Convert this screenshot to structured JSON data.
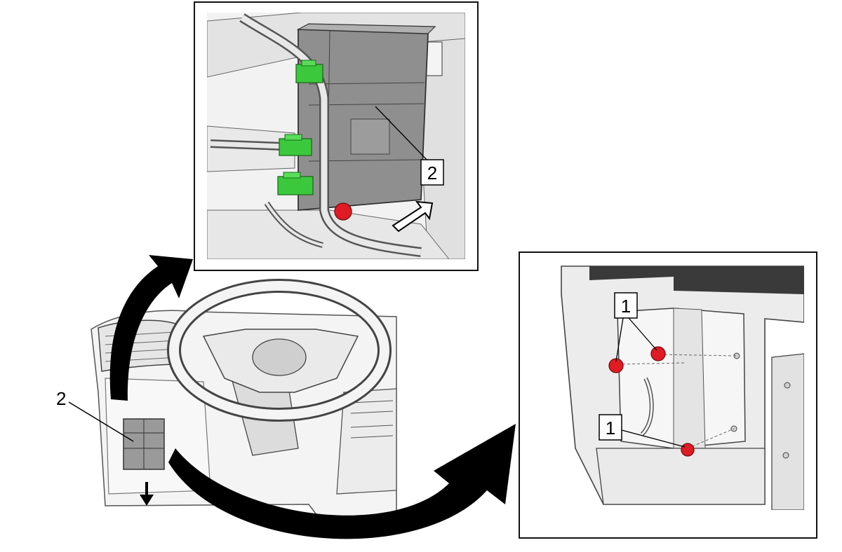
{
  "diagram": {
    "labels": {
      "overview_component": "2",
      "inset_top_callout": "2",
      "inset_right_callout_upper": "1",
      "inset_right_callout_lower": "1"
    },
    "colors": {
      "fastener_red": "#e01b24",
      "connector_green": "#3cc83c",
      "line_art": "#3a3a3a",
      "panel_fill": "#ededed",
      "module_gray": "#8a8a8a",
      "arrow_black": "#000000"
    },
    "icons": {
      "removal_direction": "down-arrow-icon",
      "inset_link": "curved-arrow-icon"
    }
  }
}
